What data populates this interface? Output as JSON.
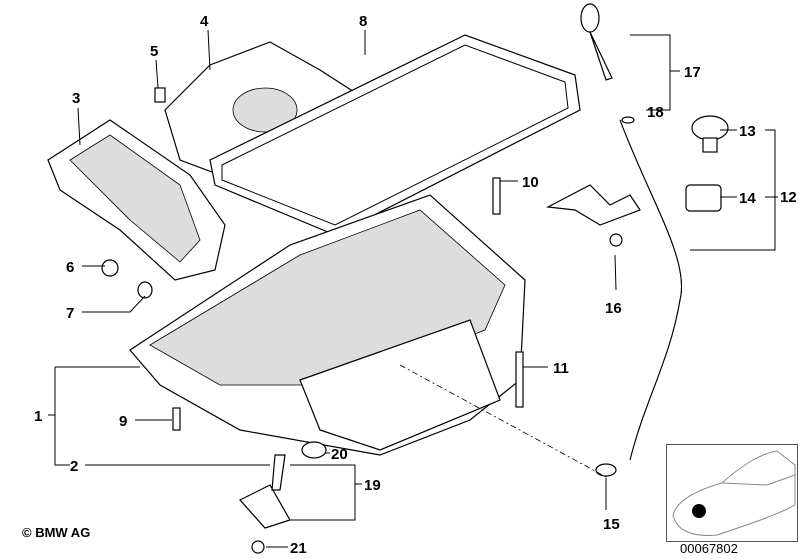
{
  "copyright": "© BMW AG",
  "diagram_code": "00067802",
  "callouts": {
    "c1": "1",
    "c2": "2",
    "c3": "3",
    "c4": "4",
    "c5": "5",
    "c6": "6",
    "c7": "7",
    "c8": "8",
    "c9": "9",
    "c10": "10",
    "c11": "11",
    "c12": "12",
    "c13": "13",
    "c14": "14",
    "c15": "15",
    "c16": "16",
    "c17": "17",
    "c18": "18",
    "c19": "19",
    "c20": "20",
    "c21": "21"
  },
  "inset": {
    "highlight_color": "#000000"
  }
}
